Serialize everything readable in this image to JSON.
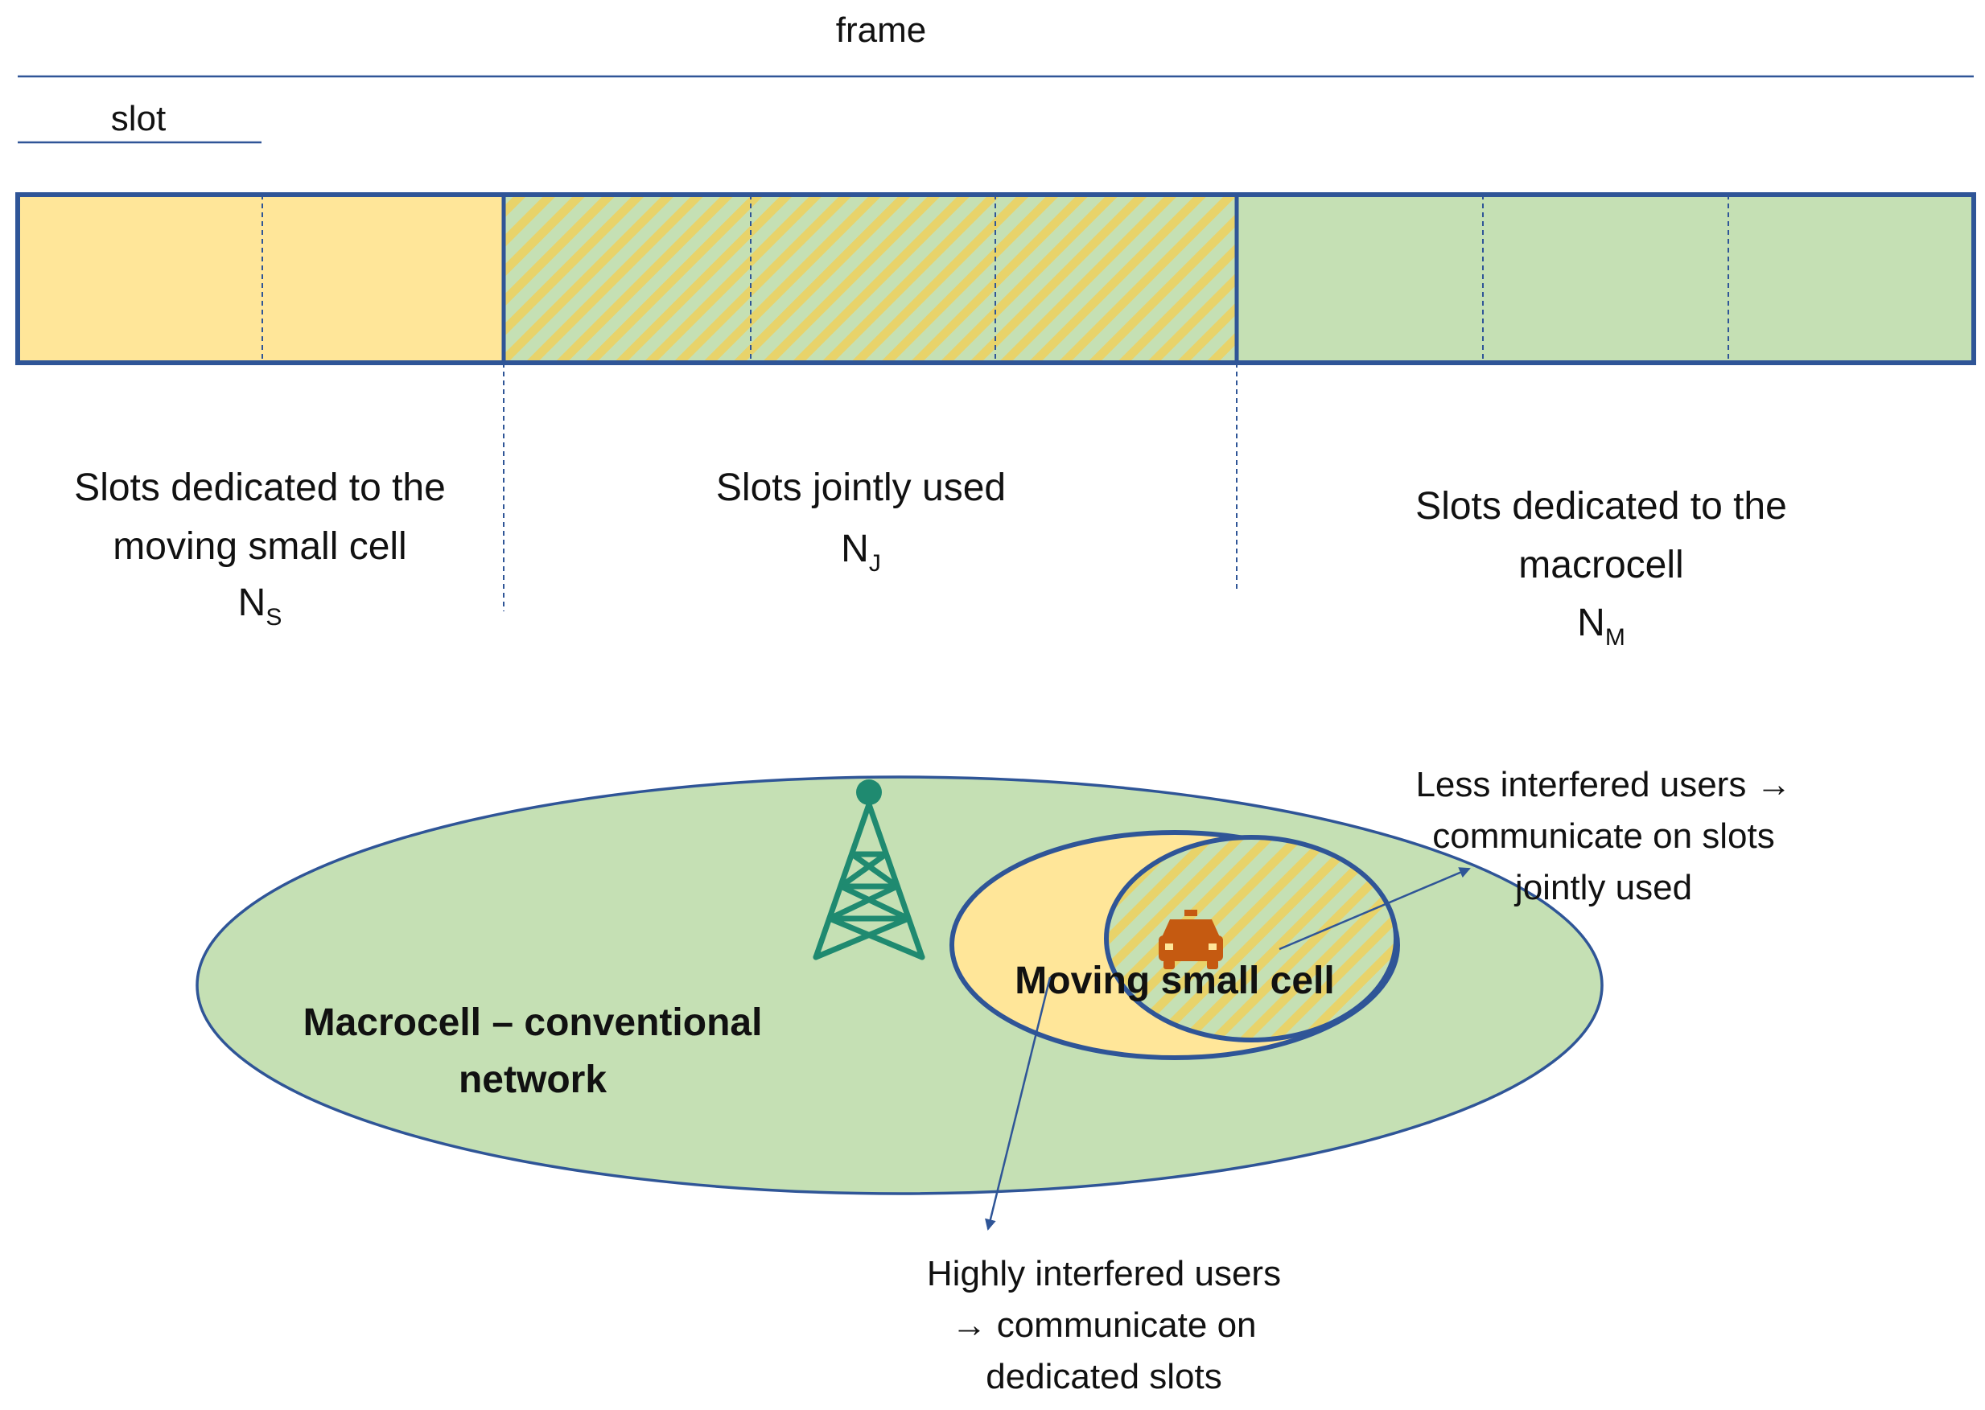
{
  "frame_label": "frame",
  "slot_label": "slot",
  "colors": {
    "small_cell": "#FFE699",
    "macrocell": "#C5E0B4",
    "hatch": "#E8D36A",
    "border": "#2F5597",
    "tower": "#1F8A70",
    "car": "#C55A11"
  },
  "slot_groups": [
    {
      "id": "small-cell",
      "fill": "small_cell",
      "slots": 2,
      "label_lines": [
        "Slots dedicated to the",
        "moving small cell"
      ],
      "symbol": "N",
      "subscript": "S"
    },
    {
      "id": "joint",
      "fill": "hatched",
      "slots": 3,
      "label_lines": [
        "Slots jointly used"
      ],
      "symbol": "N",
      "subscript": "J"
    },
    {
      "id": "macro",
      "fill": "macrocell",
      "slots": 3,
      "label_lines": [
        "Slots dedicated to the",
        "macrocell"
      ],
      "symbol": "N",
      "subscript": "M"
    }
  ],
  "macrocell_label": [
    "Macrocell – conventional",
    "network"
  ],
  "moving_cell_label": "Moving small cell",
  "less_interfered": [
    "Less interfered users →",
    "communicate on slots",
    "jointly used"
  ],
  "highly_interfered": [
    "Highly interfered users",
    "→ communicate on",
    "dedicated slots"
  ],
  "icons": {
    "tower": "cell-tower-icon",
    "car": "car-icon"
  }
}
